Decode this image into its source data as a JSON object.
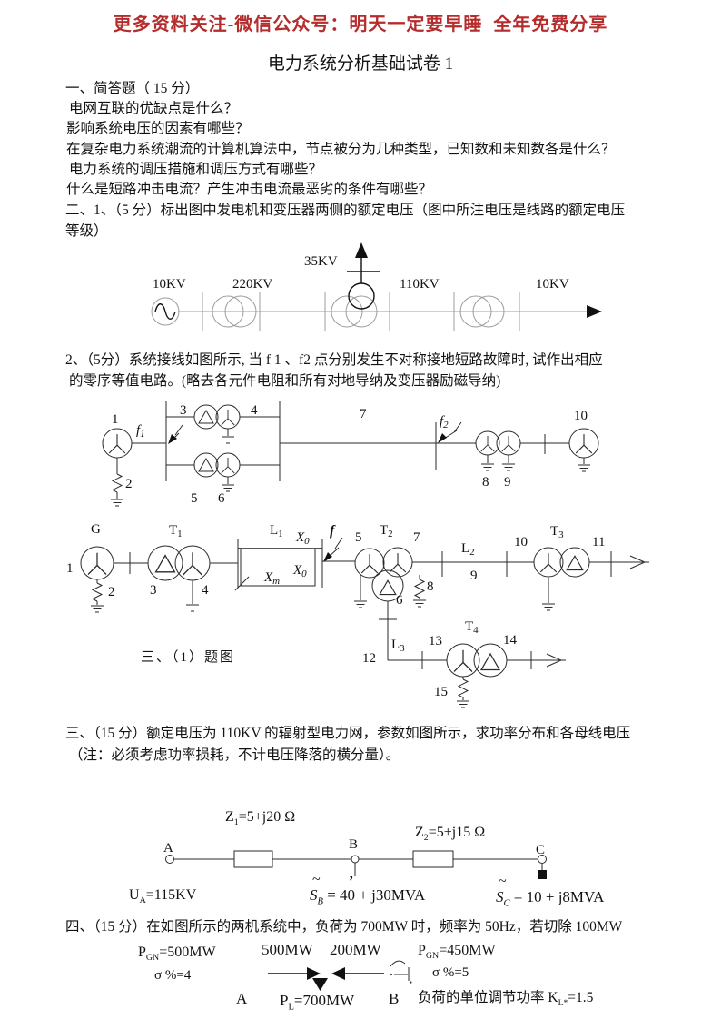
{
  "header": {
    "promo": "更多资料关注-微信公众号：明天一定要早睡  全年免费分享",
    "title": "电力系统分析基础试卷 1"
  },
  "q1": {
    "lines": [
      "一、简答题（ 15 分）",
      "电网互联的优缺点是什么？",
      "影响系统电压的因素有哪些？",
      "在复杂电力系统潮流的计算机算法中，节点被分为几种类型，已知数和未知数各是什么？",
      "电力系统的调压措施和调压方式有哪些？",
      "什么是短路冲击电流？产生冲击电流最恶劣的条件有哪些？",
      "二、1、（5 分）标出图中发电机和变压器两侧的额定电压（图中所注电压是线路的额定电压",
      "等级）"
    ]
  },
  "q2": {
    "lines": [
      "2、（5分）系统接线如图所示, 当 f 1 、f2 点分别发生不对称接地短路故障时, 试作出相应",
      "的零序等值电路。(略去各元件电阻和所有对地导纳及变压器励磁导纳)"
    ]
  },
  "q3": {
    "lines": [
      "三、（15 分）额定电压为 110KV 的辐射型电力网，参数如图所示，求功率分布和各母线电压",
      "（注：必须考虑功率损耗，不计电压降落的横分量）。"
    ]
  },
  "q4": {
    "line": "四、（15 分）在如图所示的两机系统中，负荷为 700MW 时，频率为 50Hz，若切除 100MW"
  },
  "d1": {
    "v_gen": "10KV",
    "v_sec1": "220KV",
    "v_tap": "35KV",
    "v_sec2": "110KV",
    "v_sec3": "10KV"
  },
  "d2": {
    "n1": "1",
    "n2": "2",
    "n3": "3",
    "n4": "4",
    "n5": "5",
    "n6": "6",
    "n7": "7",
    "n8": "8",
    "n9": "9",
    "n10": "10",
    "f1": [
      "f",
      "1"
    ],
    "f2": [
      "f",
      "2"
    ]
  },
  "d3": {
    "g": "G",
    "t1": [
      "T",
      "1"
    ],
    "t2": [
      "T",
      "2"
    ],
    "t3": [
      "T",
      "3"
    ],
    "t4": [
      "T",
      "4"
    ],
    "l1": [
      "L",
      "1"
    ],
    "l2": [
      "L",
      "2"
    ],
    "l3": [
      "L",
      "3"
    ],
    "x0_top": [
      "X",
      "0"
    ],
    "x0_in": [
      "X",
      "0"
    ],
    "xm": [
      "X",
      "m"
    ],
    "f": "f",
    "n1": "1",
    "n2": "2",
    "n3": "3",
    "n4": "4",
    "n5": "5",
    "n6": "6",
    "n7": "7",
    "n8": "8",
    "n9": "9",
    "n10": "10",
    "n11": "11",
    "n12": "12",
    "n13": "13",
    "n14": "14",
    "n15": "15",
    "caption": "三、（1）题图"
  },
  "d4": {
    "a": "A",
    "b": "B",
    "c": "C",
    "z1": [
      "Z",
      "1",
      "=5+j20 Ω"
    ],
    "z2": [
      "Z",
      "2",
      "=5+j15 Ω"
    ],
    "ua": [
      "U",
      "A",
      "=115KV"
    ],
    "sb": [
      "S",
      "B",
      " = 40 + j30MVA"
    ],
    "sc": [
      "S",
      "C",
      " = 10 + j8MVA"
    ],
    "tilde": "~",
    "tick": "’"
  },
  "d5": {
    "pgn_l": [
      "P",
      "GN",
      "=500MW"
    ],
    "sigma_l": "σ %=4",
    "flow_l": "500MW",
    "flow_r": "200MW",
    "pl": [
      "P",
      "L",
      "=700MW"
    ],
    "a": "A",
    "b": "B",
    "pgn_r": [
      "P",
      "GN",
      "=450MW"
    ],
    "sigma_r": "σ %=5",
    "kl": [
      "负荷的单位调节功率 K",
      "L*",
      "=1.5"
    ]
  }
}
